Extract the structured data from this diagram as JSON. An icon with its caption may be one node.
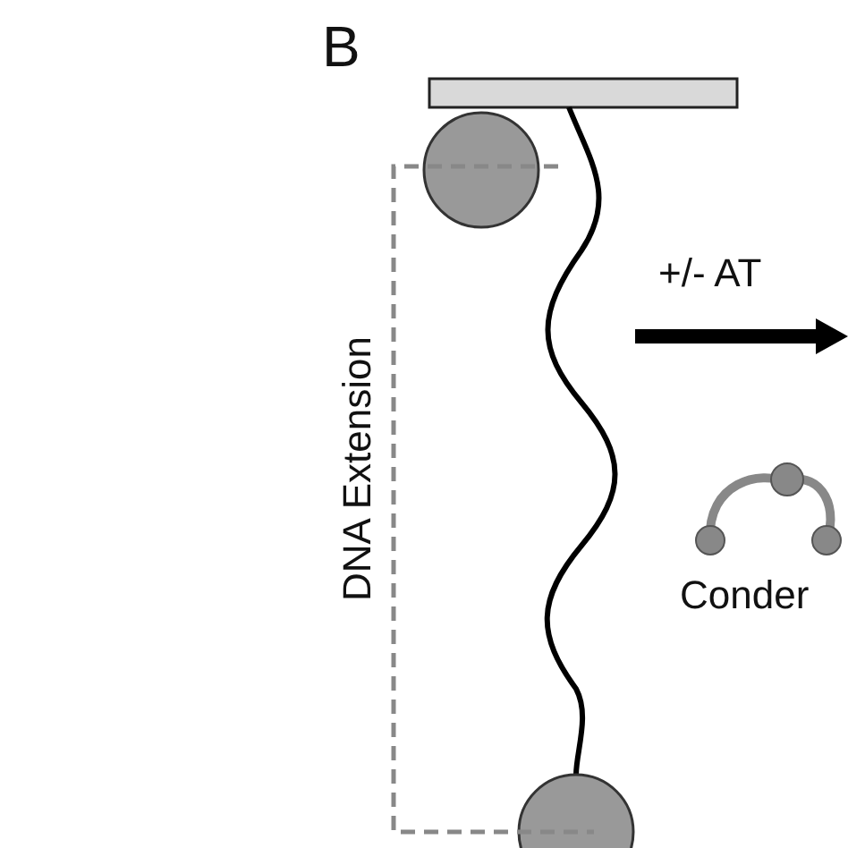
{
  "diagram": {
    "labels": [
      "B",
      "DNA Extension",
      "+/- AT",
      "Conder"
    ]
  }
}
